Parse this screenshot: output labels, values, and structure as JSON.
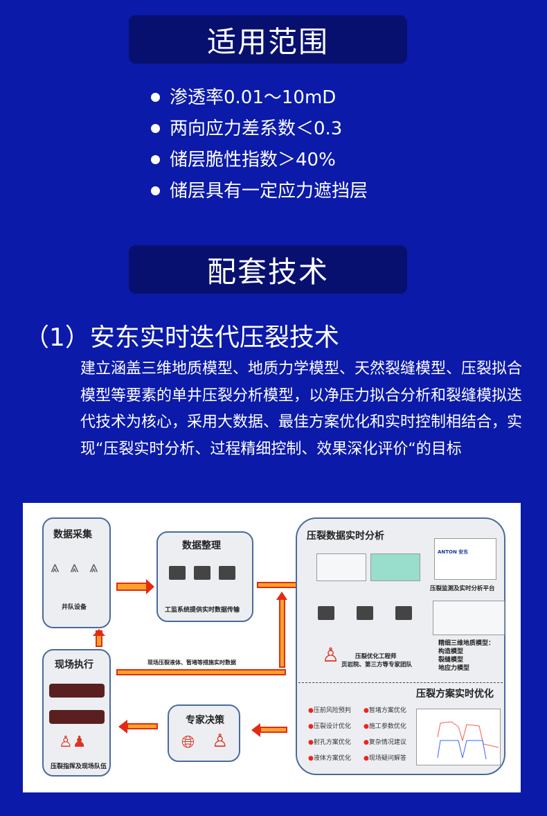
{
  "section1": {
    "title": "适用范围",
    "bullets": [
      "渗透率0.01～10mD",
      "两向应力差系数＜0.3",
      "储层脆性指数＞40%",
      "储层具有一定应力遮挡层"
    ]
  },
  "section2": {
    "title": "配套技术"
  },
  "tech1": {
    "heading": "（1）安东实时迭代压裂技术",
    "description": "建立涵盖三维地质模型、地质力学模型、天然裂缝模型、压裂拟合模型等要素的单井压裂分析模型，以净压力拟合分析和裂缝模拟迭代技术为核心，采用大数据、最佳方案优化和实时控制相结合，实现“压裂实时分析、过程精细控制、效果深化评价“的目标"
  },
  "diagram": {
    "collect": {
      "title": "数据采集",
      "caption": "井队设备"
    },
    "organize": {
      "title": "数据整理",
      "caption": "工监系统提供实时数据传输"
    },
    "field": {
      "title": "现场执行",
      "caption": "压裂指挥及现场队伍"
    },
    "expert": {
      "title": "专家决策"
    },
    "field_flow_label": "现场压裂液体、暂堵等措施实时数据",
    "analysis": {
      "title": "压裂数据实时分析",
      "platform": "压裂监测及实时分析平台",
      "brand": "ANTON 安东",
      "engineer_line1": "压裂优化工程师",
      "engineer_line2": "页岩院、第三方等专家团队",
      "model_title": "精细三维地质模型：",
      "models": [
        "构造模型",
        "裂缝模型",
        "地应力模型"
      ]
    },
    "optimize": {
      "title": "压裂方案实时优化",
      "items_left": [
        "压前风险预判",
        "压裂设计优化",
        "射孔方案优化",
        "液体方案优化"
      ],
      "items_right": [
        "暂堵方案优化",
        "施工参数优化",
        "复杂情况建议",
        "现场疑问解答"
      ]
    }
  }
}
